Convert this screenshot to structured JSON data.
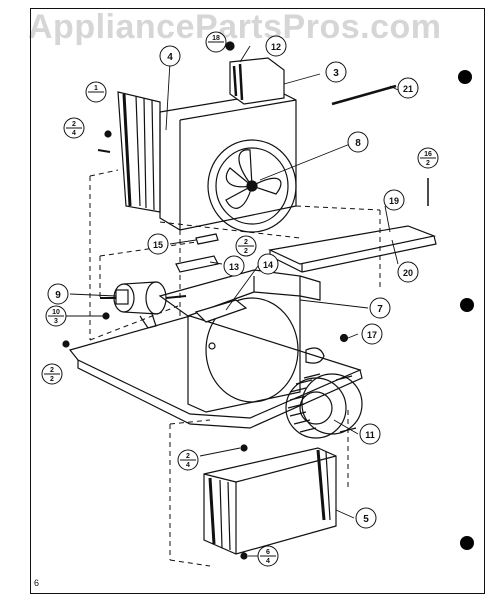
{
  "watermark": "AppliancePartsPros.com",
  "page_number": "6",
  "callouts": {
    "c3": "3",
    "c4": "4",
    "c5": "5",
    "c7": "7",
    "c8": "8",
    "c9": "9",
    "c11": "11",
    "c12": "12",
    "c13": "13",
    "c14": "14",
    "c15": "15",
    "c17": "17",
    "c19": "19",
    "c20": "20",
    "c21": "21",
    "f18": [
      "18",
      ""
    ],
    "f1": [
      "1",
      ""
    ],
    "f2": [
      "2",
      "4"
    ],
    "f2b": [
      "2",
      "2"
    ],
    "f10": [
      "10",
      "3"
    ],
    "f2c": [
      "2",
      "2"
    ],
    "f16": [
      "16",
      "2"
    ],
    "f2d": [
      "2",
      "4"
    ],
    "f6": [
      "6",
      "4"
    ]
  }
}
